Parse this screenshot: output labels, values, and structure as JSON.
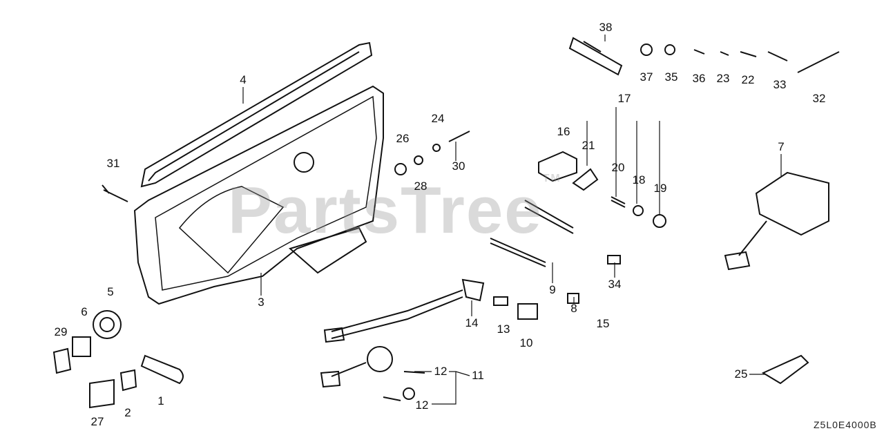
{
  "watermark": {
    "text": "PartsTree",
    "tm": "TM"
  },
  "diagram_code": "Z5L0E4000B",
  "callouts": [
    "38",
    "37",
    "35",
    "36",
    "23",
    "22",
    "33",
    "32",
    "17",
    "16",
    "21",
    "20",
    "18",
    "19",
    "7",
    "24",
    "26",
    "30",
    "28",
    "4",
    "31",
    "3",
    "5",
    "6",
    "29",
    "27",
    "2",
    "1",
    "14",
    "13",
    "10",
    "9",
    "8",
    "34",
    "15",
    "11",
    "12",
    "12",
    "25"
  ]
}
